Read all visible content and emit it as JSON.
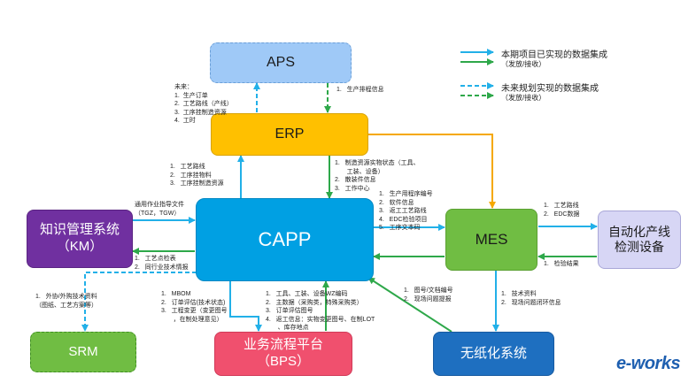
{
  "nodes": {
    "aps": "APS",
    "erp": "ERP",
    "capp": "CAPP",
    "mes": "MES",
    "km_line1": "知识管理系统",
    "km_line2": "（KM）",
    "auto_line1": "自动化产线",
    "auto_line2": "检测设备",
    "srm": "SRM",
    "bps_line1": "业务流程平台",
    "bps_line2": "（BPS）",
    "paperless": "无纸化系统"
  },
  "legend": {
    "current_title": "本期项目已实现的数据集成",
    "current_sub": "（发放/接收）",
    "future_title": "未来规划实现的数据集成",
    "future_sub": "（发放/接收）"
  },
  "notes": {
    "aps_to_erp": "1.   生产排程信息",
    "future_erp_aps": "未来：\n1.  生产订单\n2.  工艺路线（产线）\n3.  工序挂制造资源\n4.  工时",
    "capp_to_erp": "1.   工艺路线\n2.   工序挂物料\n3.   工序挂制造资源",
    "erp_to_capp": "1.   制造资源实物状态（工具、\n       工装、设备）\n2.   散装件信息\n3.   工作中心",
    "capp_to_mes": "1.   生产用程序编号\n2.   软件信息\n3.   返工工艺路线\n4.   EDC检验项目\n5.   工序文本码",
    "km_to_capp": "通用作业指导文件\n（TGZ，TGW）",
    "capp_to_km": "1.   工艺点检表\n2.   同行业技术情报",
    "mes_to_auto": "1.   工艺路线\n2.   EDC数据",
    "auto_to_mes": "1.   检验结果",
    "capp_srm": "1.   外协/外购技术资料\n（图纸、工艺方案等）",
    "capp_to_bps": "1.   MBOM\n2.   订单评估(技术状态)\n3.   工程变更（变更图号\n       ，在制处理意见）",
    "bps_to_capp": "1.   工具、工装、设备WZ编码\n2.   主数据（采购类，特殊采购类）\n3.   订单评估图号\n4.   返工信息：实物变更图号、在制LOT\n       、库存地点",
    "paperless_to_capp": "1.   图号/文档编号\n2.   现场问题提报",
    "mes_to_paperless": "1.   技术资料\n2.   现场问题闭环信息"
  },
  "watermark": "e-works",
  "colors": {
    "aps_fill": "#9fc9f7",
    "erp_fill": "#ffc000",
    "capp_fill": "#00a0e3",
    "mes_fill": "#70bd43",
    "km_fill": "#7030a0",
    "auto_fill": "#d7d6f5",
    "srm_fill": "#70bd43",
    "bps_fill": "#f0506e",
    "paperless_fill": "#1e6fc0",
    "arrow_blue": "#22b0e8",
    "arrow_green": "#2ea84a",
    "arrow_orange": "#f5a800"
  }
}
